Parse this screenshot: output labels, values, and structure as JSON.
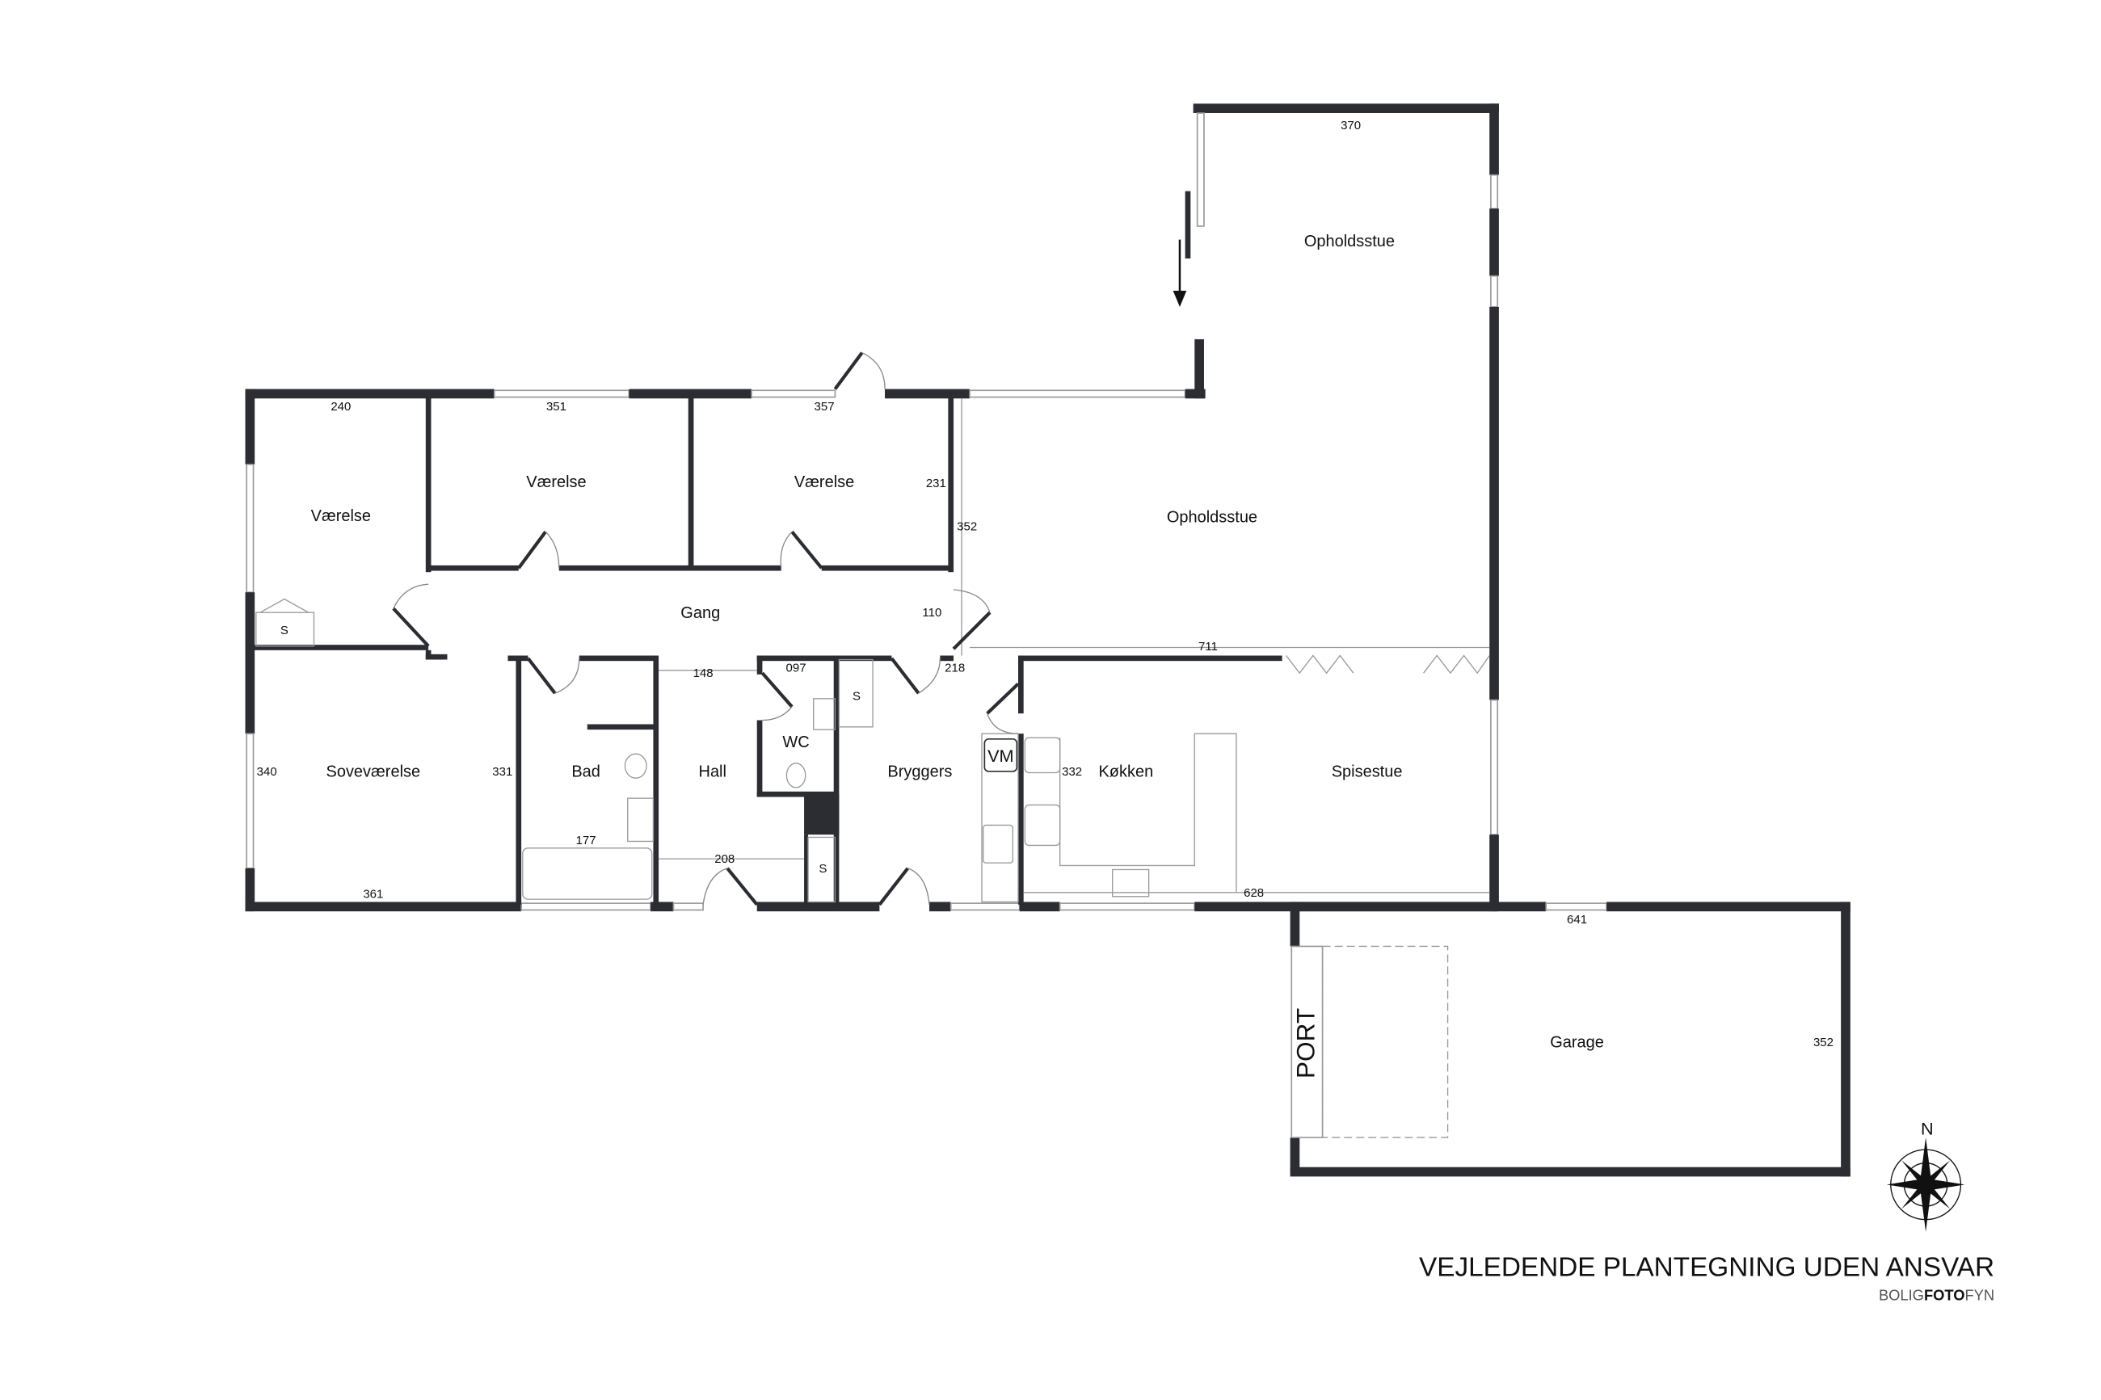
{
  "rooms": {
    "opholdsstue_top": "Opholdsstue",
    "opholdsstue": "Opholdsstue",
    "vaerelse1": "Værelse",
    "vaerelse2": "Værelse",
    "vaerelse3": "Værelse",
    "gang": "Gang",
    "sovevaerelse": "Soveværelse",
    "bad": "Bad",
    "hall": "Hall",
    "wc": "WC",
    "bryggers": "Bryggers",
    "koekken": "Køkken",
    "spisestue": "Spisestue",
    "garage": "Garage",
    "port": "PORT"
  },
  "fixtures": {
    "closet": "S",
    "washer": "VM"
  },
  "dimensions": {
    "d370": "370",
    "d240": "240",
    "d351": "351",
    "d357": "357",
    "d231": "231",
    "d352a": "352",
    "d110": "110",
    "d711": "711",
    "d148": "148",
    "d097": "097",
    "d218": "218",
    "d340": "340",
    "d331": "331",
    "d332": "332",
    "d177": "177",
    "d208": "208",
    "d361": "361",
    "d628": "628",
    "d641": "641",
    "d352b": "352"
  },
  "compass": {
    "north": "N"
  },
  "footer": {
    "title": "VEJLEDENDE PLANTEGNING UDEN ANSVAR",
    "brand_a": "BOLIG",
    "brand_b": "FOTO",
    "brand_c": "FYN"
  },
  "colors": {
    "wall": "#2b2d33",
    "window": "#999999"
  }
}
